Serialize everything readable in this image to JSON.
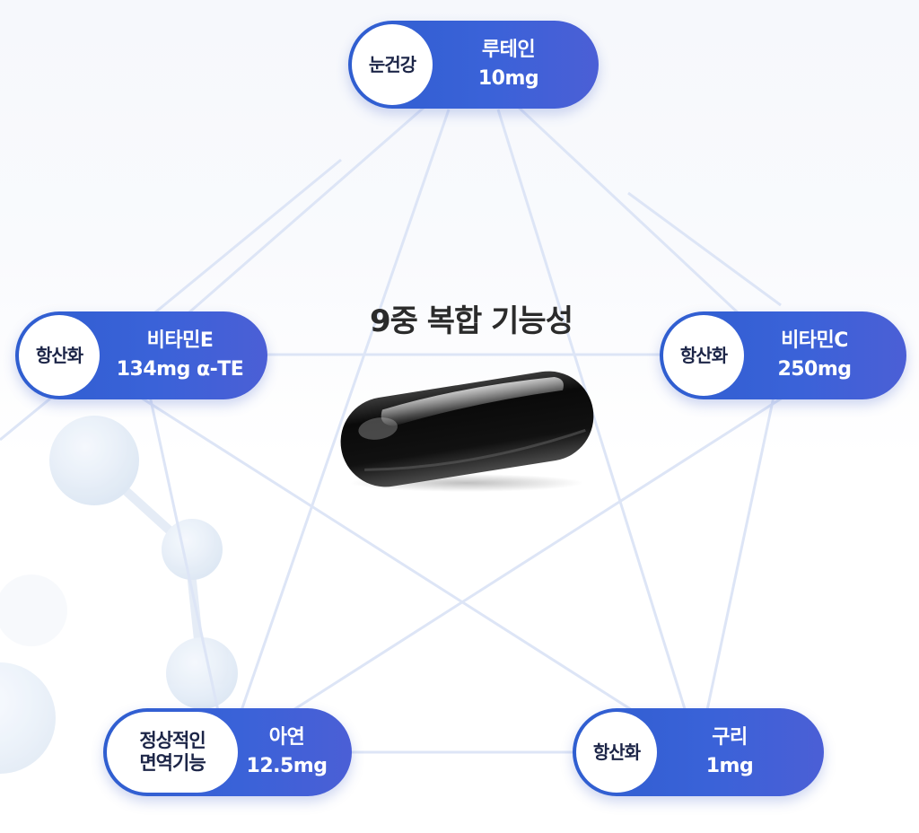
{
  "title": "9중 복합 기능성",
  "colors": {
    "badge_blue": "#3a62d8",
    "badge_circle": "#ffffff",
    "circle_text": "#1c2547",
    "line": "#dde5f6",
    "title_text": "#2b2b2b",
    "capsule": "#111111"
  },
  "badges": [
    {
      "position": "top",
      "function": "눈건강",
      "function_lines": [
        "눈건강"
      ],
      "ingredient": "루테인",
      "amount": "10mg"
    },
    {
      "position": "left",
      "function": "항산화",
      "function_lines": [
        "항산화"
      ],
      "ingredient": "비타민E",
      "amount": "134mg α-TE"
    },
    {
      "position": "right",
      "function": "항산화",
      "function_lines": [
        "항산화"
      ],
      "ingredient": "비타민C",
      "amount": "250mg"
    },
    {
      "position": "bottom-left",
      "function": "정상적인 면역기능",
      "function_lines": [
        "정상적인",
        "면역기능"
      ],
      "ingredient": "아연",
      "amount": "12.5mg"
    },
    {
      "position": "bottom-right",
      "function": "항산화",
      "function_lines": [
        "항산화"
      ],
      "ingredient": "구리",
      "amount": "1mg"
    }
  ],
  "center_image": "black-softgel-capsule"
}
